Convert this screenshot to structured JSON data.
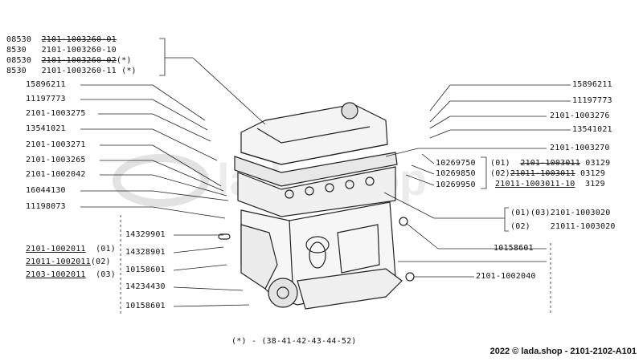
{
  "top_group": [
    {
      "a": "08530",
      "b": "2101-1003260-01",
      "c": "",
      "strike": true
    },
    {
      "a": "8530",
      "b": "2101-1003260-10",
      "c": "",
      "strike": false
    },
    {
      "a": "08530",
      "b": "2101-1003260-02",
      "c": "(*)",
      "strike": true
    },
    {
      "a": "8530",
      "b": "2101-1003260-11",
      "c": "(*)",
      "strike": false
    }
  ],
  "left_labels": [
    "15896211",
    "11197773",
    "2101-1003275",
    "13541021",
    "2101-1003271",
    "2101-1003265",
    "2101-1002042",
    "16044130",
    "11198073"
  ],
  "center_labels": [
    "14329901",
    "14328901",
    "10158601",
    "14234430",
    "10158601"
  ],
  "block_variants": [
    {
      "part": "2101-1002011",
      "code": "(01)"
    },
    {
      "part": "21011-1002011",
      "code": "(02)"
    },
    {
      "part": "2103-1002011",
      "code": "(03)"
    }
  ],
  "right_labels": [
    "15896211",
    "11197773",
    "2101-1003276",
    "13541021",
    "2101-1003270"
  ],
  "mid_labels": [
    "10269750",
    "10269850",
    "10269950"
  ],
  "right_group": [
    {
      "code": "(01)",
      "part": "2101-1003011",
      "suffix": "03129",
      "style": "strike"
    },
    {
      "code": "(02)",
      "part": "21011-1003011",
      "suffix": "03129",
      "style": "strike"
    },
    {
      "code": "",
      "part": "21011-1003011-10",
      "suffix": "3129",
      "style": "under"
    }
  ],
  "right_group2": [
    {
      "code": "(01)(03)",
      "part": "2101-1003020"
    },
    {
      "code": "(02)",
      "part": "21011-1003020"
    }
  ],
  "r_10158601": "10158601",
  "r_2101_1002040": "2101-1002040",
  "note": "(*) - (38-41-42-43-44-52)",
  "footer": "2022 © lada.shop - 2101-2102-A101",
  "watermark": "lada.shop"
}
